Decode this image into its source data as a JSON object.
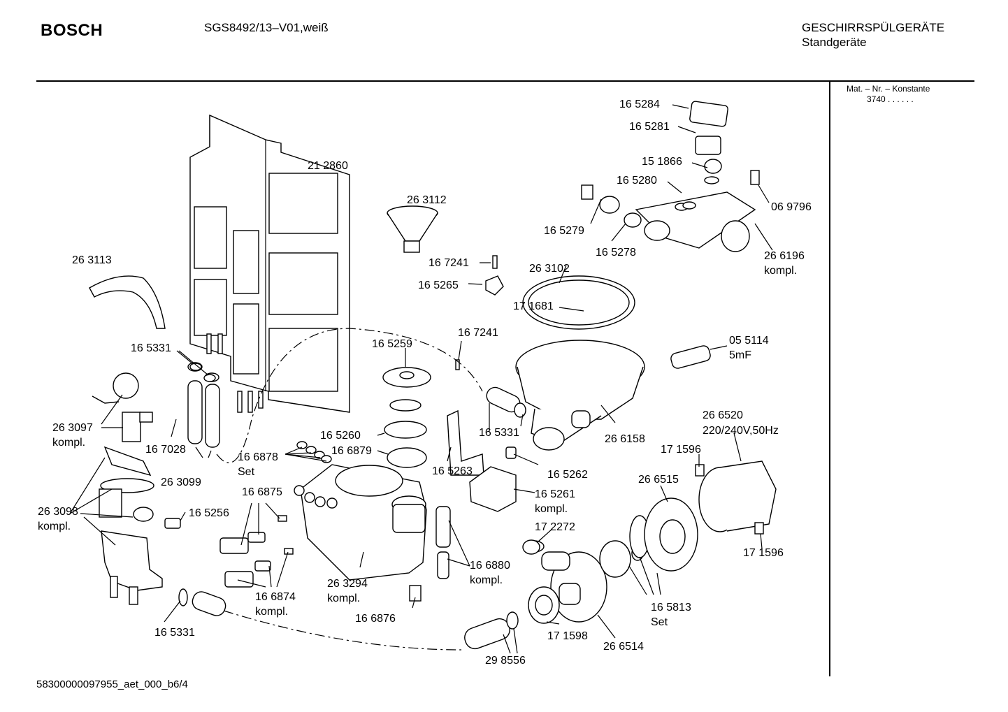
{
  "header": {
    "brand": "BOSCH",
    "model": "SGS8492/13–V01,weiß",
    "category": "GESCHIRRSPÜLGERÄTE",
    "subcategory": "Standgeräte"
  },
  "sidebar": {
    "mat_label": "Mat. – Nr. – Konstante",
    "mat_value": "3740 . . . . . ."
  },
  "footer": {
    "doc_id": "58300000097955_aet_000_b6/4"
  },
  "labels": {
    "l212860": "21 2860",
    "l263112": "26 3112",
    "l263113": "26 3113",
    "l165331a": "16 5331",
    "l263097": "26 3097",
    "l263097k": "kompl.",
    "l167028": "16 7028",
    "l263099": "26 3099",
    "l166878": "16 6878",
    "l166878s": "Set",
    "l263098": "26 3098",
    "l263098k": "kompl.",
    "l165256": "16 5256",
    "l166875": "16 6875",
    "l166874": "16 6874",
    "l166874k": "kompl.",
    "l165331c": "16 5331",
    "l165259": "16 5259",
    "l167241b": "16 7241",
    "l165260": "16 5260",
    "l166879": "16 6879",
    "l165263": "16 5263",
    "l263294": "26 3294",
    "l263294k": "kompl.",
    "l166876": "16 6876",
    "l166880": "16 6880",
    "l166880k": "kompl.",
    "l167241a": "16 7241",
    "l165265": "16 5265",
    "l263102": "26 3102",
    "l171681": "17 1681",
    "l165331b": "16 5331",
    "l165262": "16 5262",
    "l165261": "16 5261",
    "l165261k": "kompl.",
    "l266158": "26 6158",
    "l172272": "17 2272",
    "l171598": "17 1598",
    "l266514": "26 6514",
    "l298556": "29 8556",
    "l165813": "16 5813",
    "l165813s": "Set",
    "l266515": "26 6515",
    "l171596a": "17 1596",
    "l171596b": "17 1596",
    "l266520": "26 6520",
    "l266520v": "220/240V,50Hz",
    "l055114": "05 5114",
    "l055114c": "5mF",
    "l165284": "16 5284",
    "l165281": "16 5281",
    "l151866": "15 1866",
    "l165280": "16 5280",
    "l069796": "06 9796",
    "l165279": "16 5279",
    "l165278": "16 5278",
    "l266196": "26 6196",
    "l266196k": "kompl."
  }
}
